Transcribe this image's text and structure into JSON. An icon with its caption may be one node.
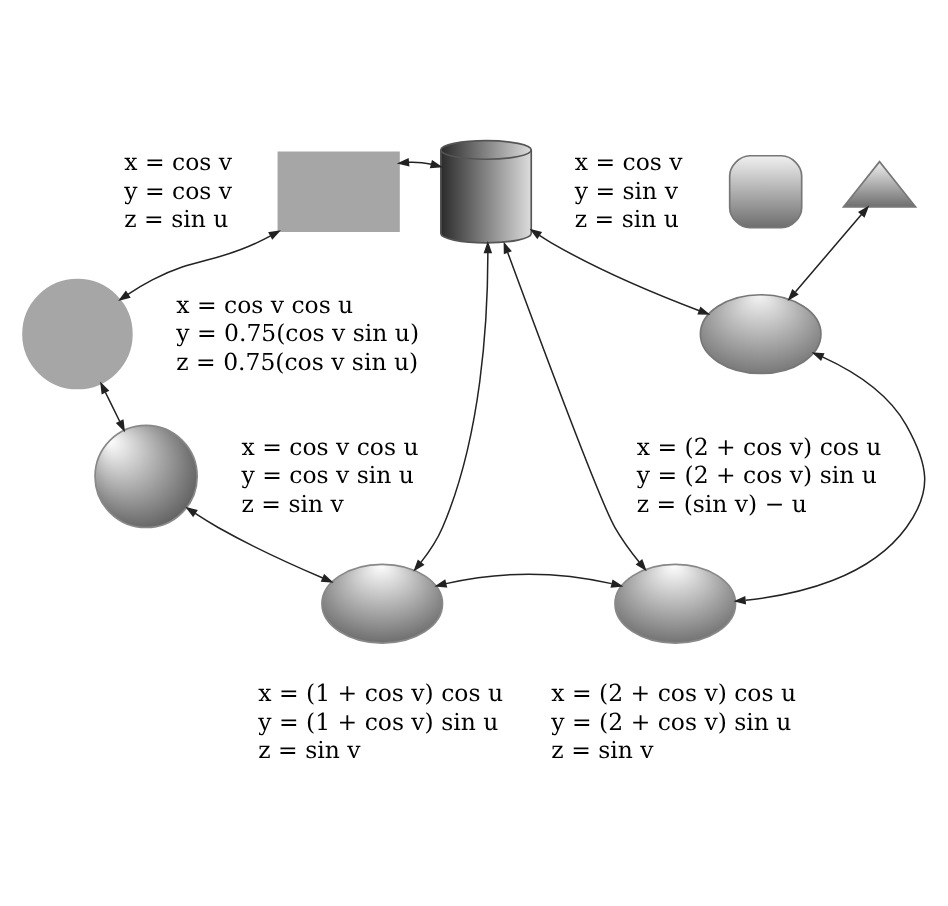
{
  "diagram": {
    "nodes": [
      {
        "text": [],
        "shape": "box",
        "beside": [
          "x = cos v",
          "y = cos v",
          "z = sin u"
        ]
      },
      {
        "text": [],
        "shape": "cylinder",
        "beside": [
          "x = cos v",
          "y = sin v",
          "z = sin u"
        ]
      },
      {
        "text": [],
        "shape": "coil"
      },
      {
        "text": [],
        "shape": "cone"
      },
      {
        "text": [],
        "shape": "circle",
        "beside": [
          "x = cos v cos u",
          "y = 0.75(cos v sin u)",
          "z = 0.75(cos v sin u)"
        ]
      },
      {
        "text": [],
        "shape": "torus",
        "beside": [
          "x = (2 + cos v) cos u",
          "y = (2 + cos v) sin u",
          "z = (sin v) − u"
        ]
      },
      {
        "text": [],
        "shape": "sphere",
        "beside": [
          "x = cos v cos u",
          "y = cos v sin u",
          "z = sin v"
        ]
      },
      {
        "text": [],
        "shape": "torus",
        "beside": [
          "x = (1 + cos v) cos u",
          "y = (1 + cos v) sin u",
          "z = sin v"
        ]
      },
      {
        "text": [],
        "shape": "torus",
        "beside": [
          "x = (2 + cos v) cos u",
          "y = (2 + cos v) sin u",
          "z = sin v"
        ]
      }
    ],
    "edges": [
      {
        "from": 0,
        "to": 1,
        "arrow": "both"
      },
      {
        "from": 0,
        "to": 4,
        "arrow": "both"
      },
      {
        "from": 1,
        "to": 5,
        "arrow": "both"
      },
      {
        "from": 3,
        "to": 5,
        "arrow": "both"
      },
      {
        "from": 4,
        "to": 6,
        "arrow": "both"
      },
      {
        "from": 1,
        "to": 7,
        "arrow": "both"
      },
      {
        "from": 1,
        "to": 8,
        "arrow": "both"
      },
      {
        "from": 6,
        "to": 7,
        "arrow": "both"
      },
      {
        "from": 7,
        "to": 8,
        "arrow": "both"
      },
      {
        "from": 5,
        "to": 8,
        "arrow": "both"
      }
    ]
  }
}
